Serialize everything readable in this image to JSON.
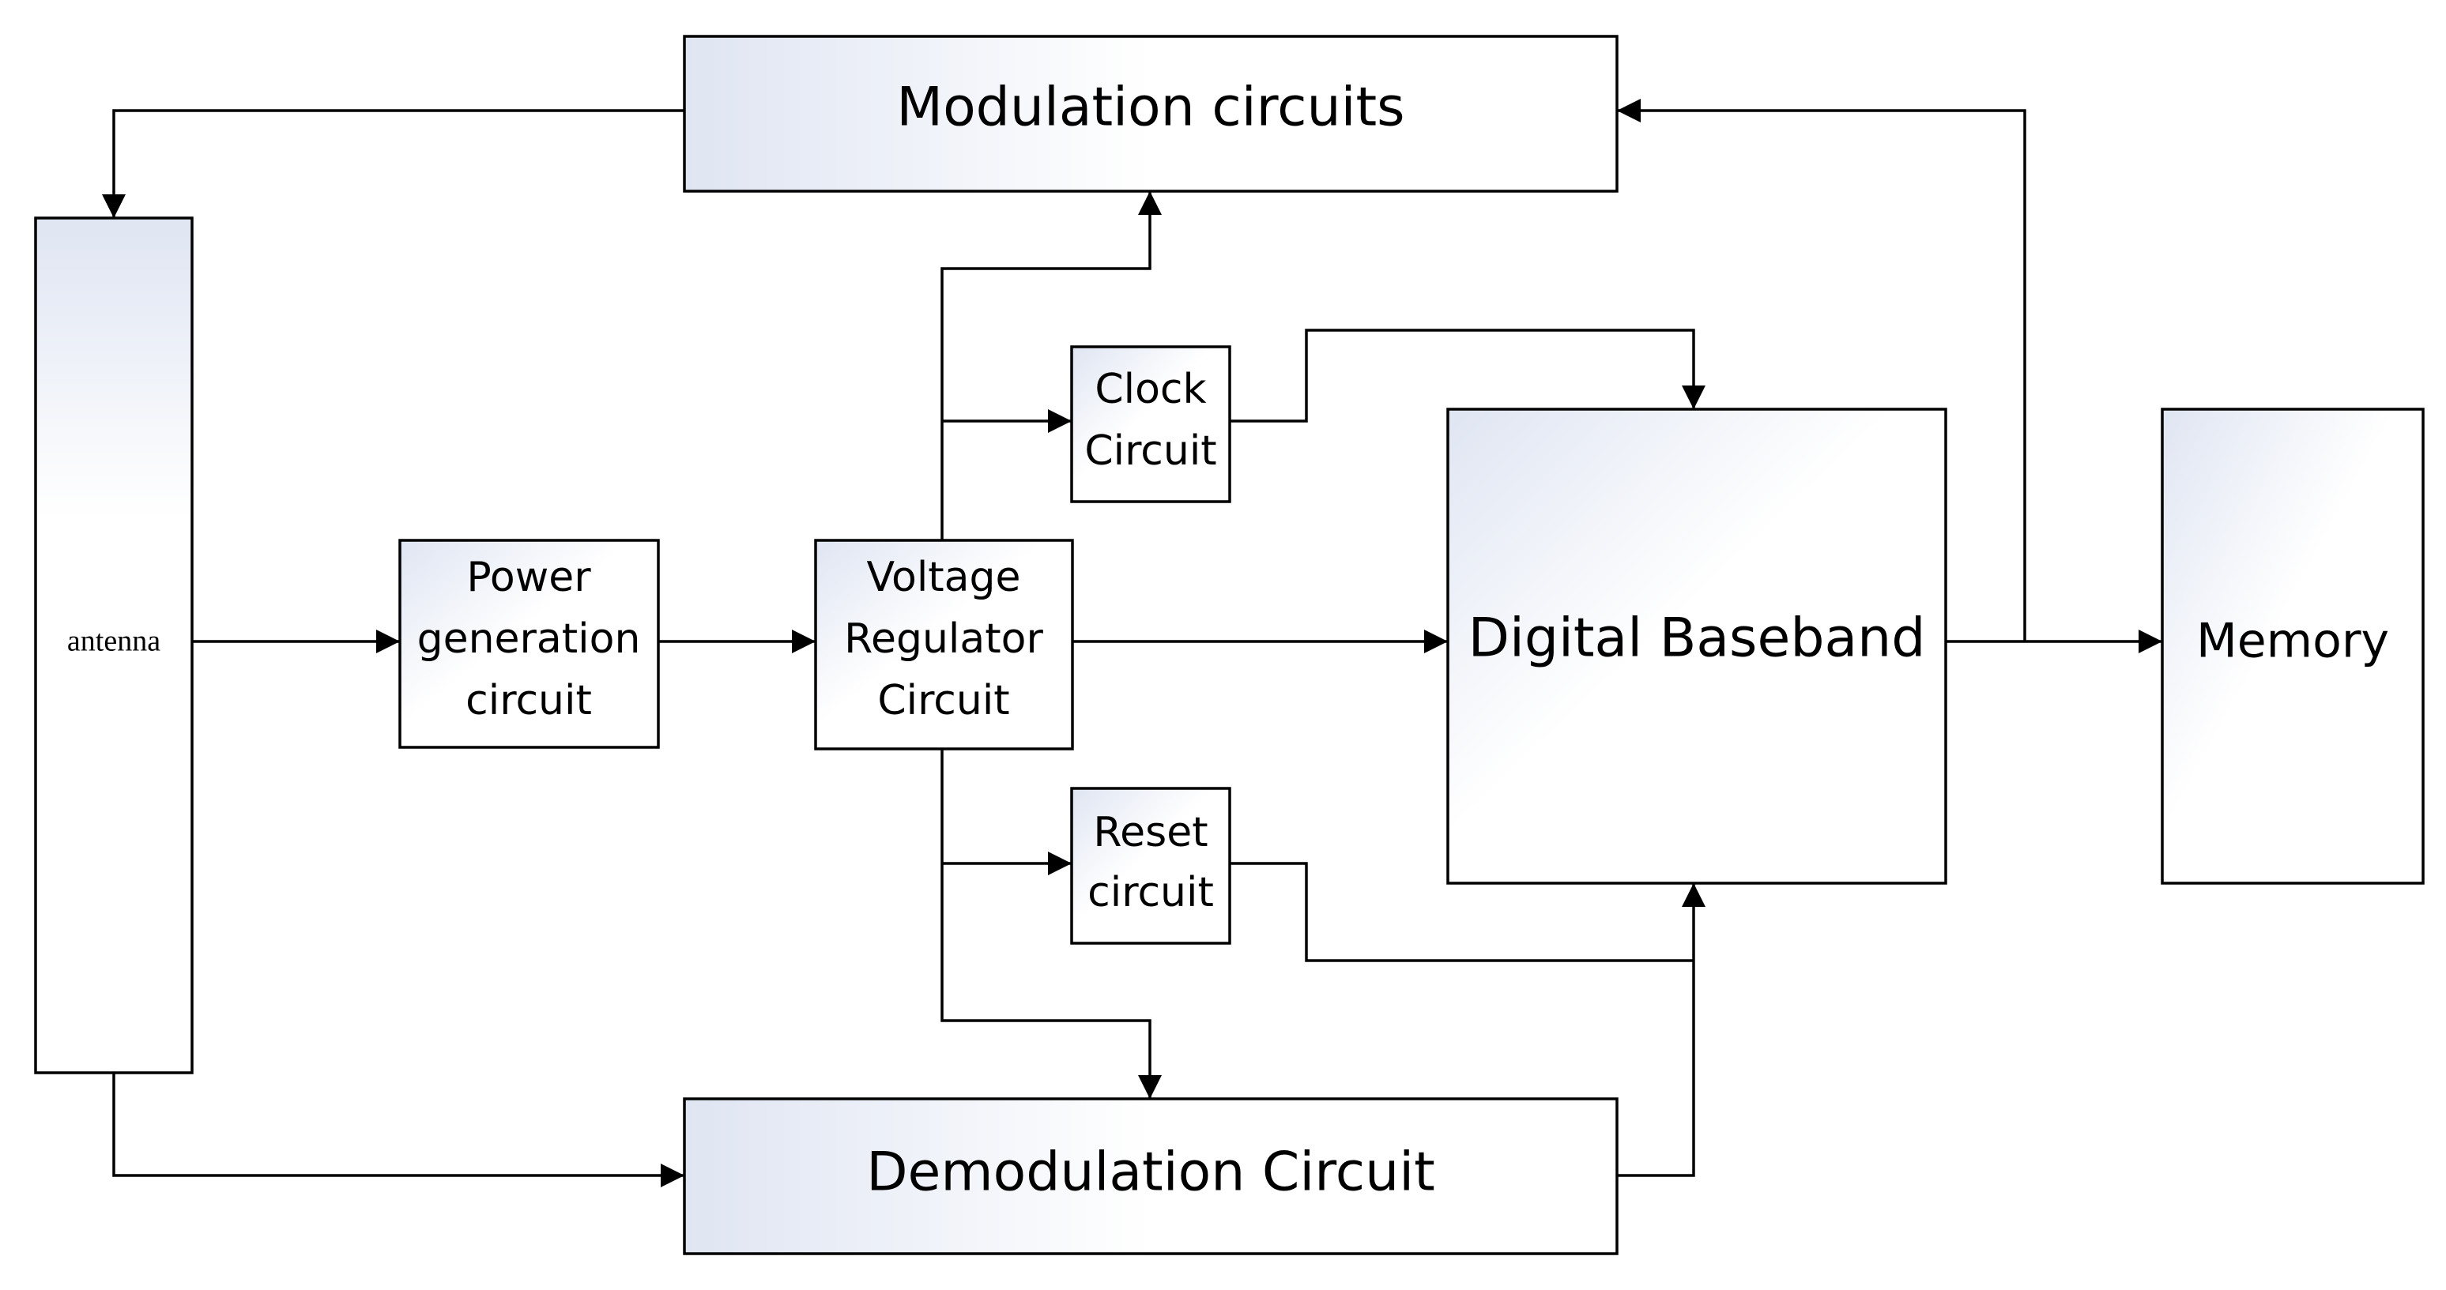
{
  "diagram": {
    "blocks": {
      "modulation": {
        "label": "Modulation circuits"
      },
      "antenna": {
        "label": "antenna"
      },
      "power": {
        "lines": [
          "Power",
          "generation",
          "circuit"
        ]
      },
      "voltage": {
        "lines": [
          "Voltage",
          "Regulator",
          "Circuit"
        ]
      },
      "clock": {
        "lines": [
          "Clock",
          "Circuit"
        ]
      },
      "reset": {
        "lines": [
          "Reset",
          "circuit"
        ]
      },
      "baseband": {
        "label": "Digital Baseband"
      },
      "memory": {
        "label": "Memory"
      },
      "demodulation": {
        "label": "Demodulation Circuit"
      }
    },
    "colors": {
      "stroke": "#000000",
      "gradient_light": "#dfe5f2",
      "gradient_white": "#ffffff"
    }
  }
}
